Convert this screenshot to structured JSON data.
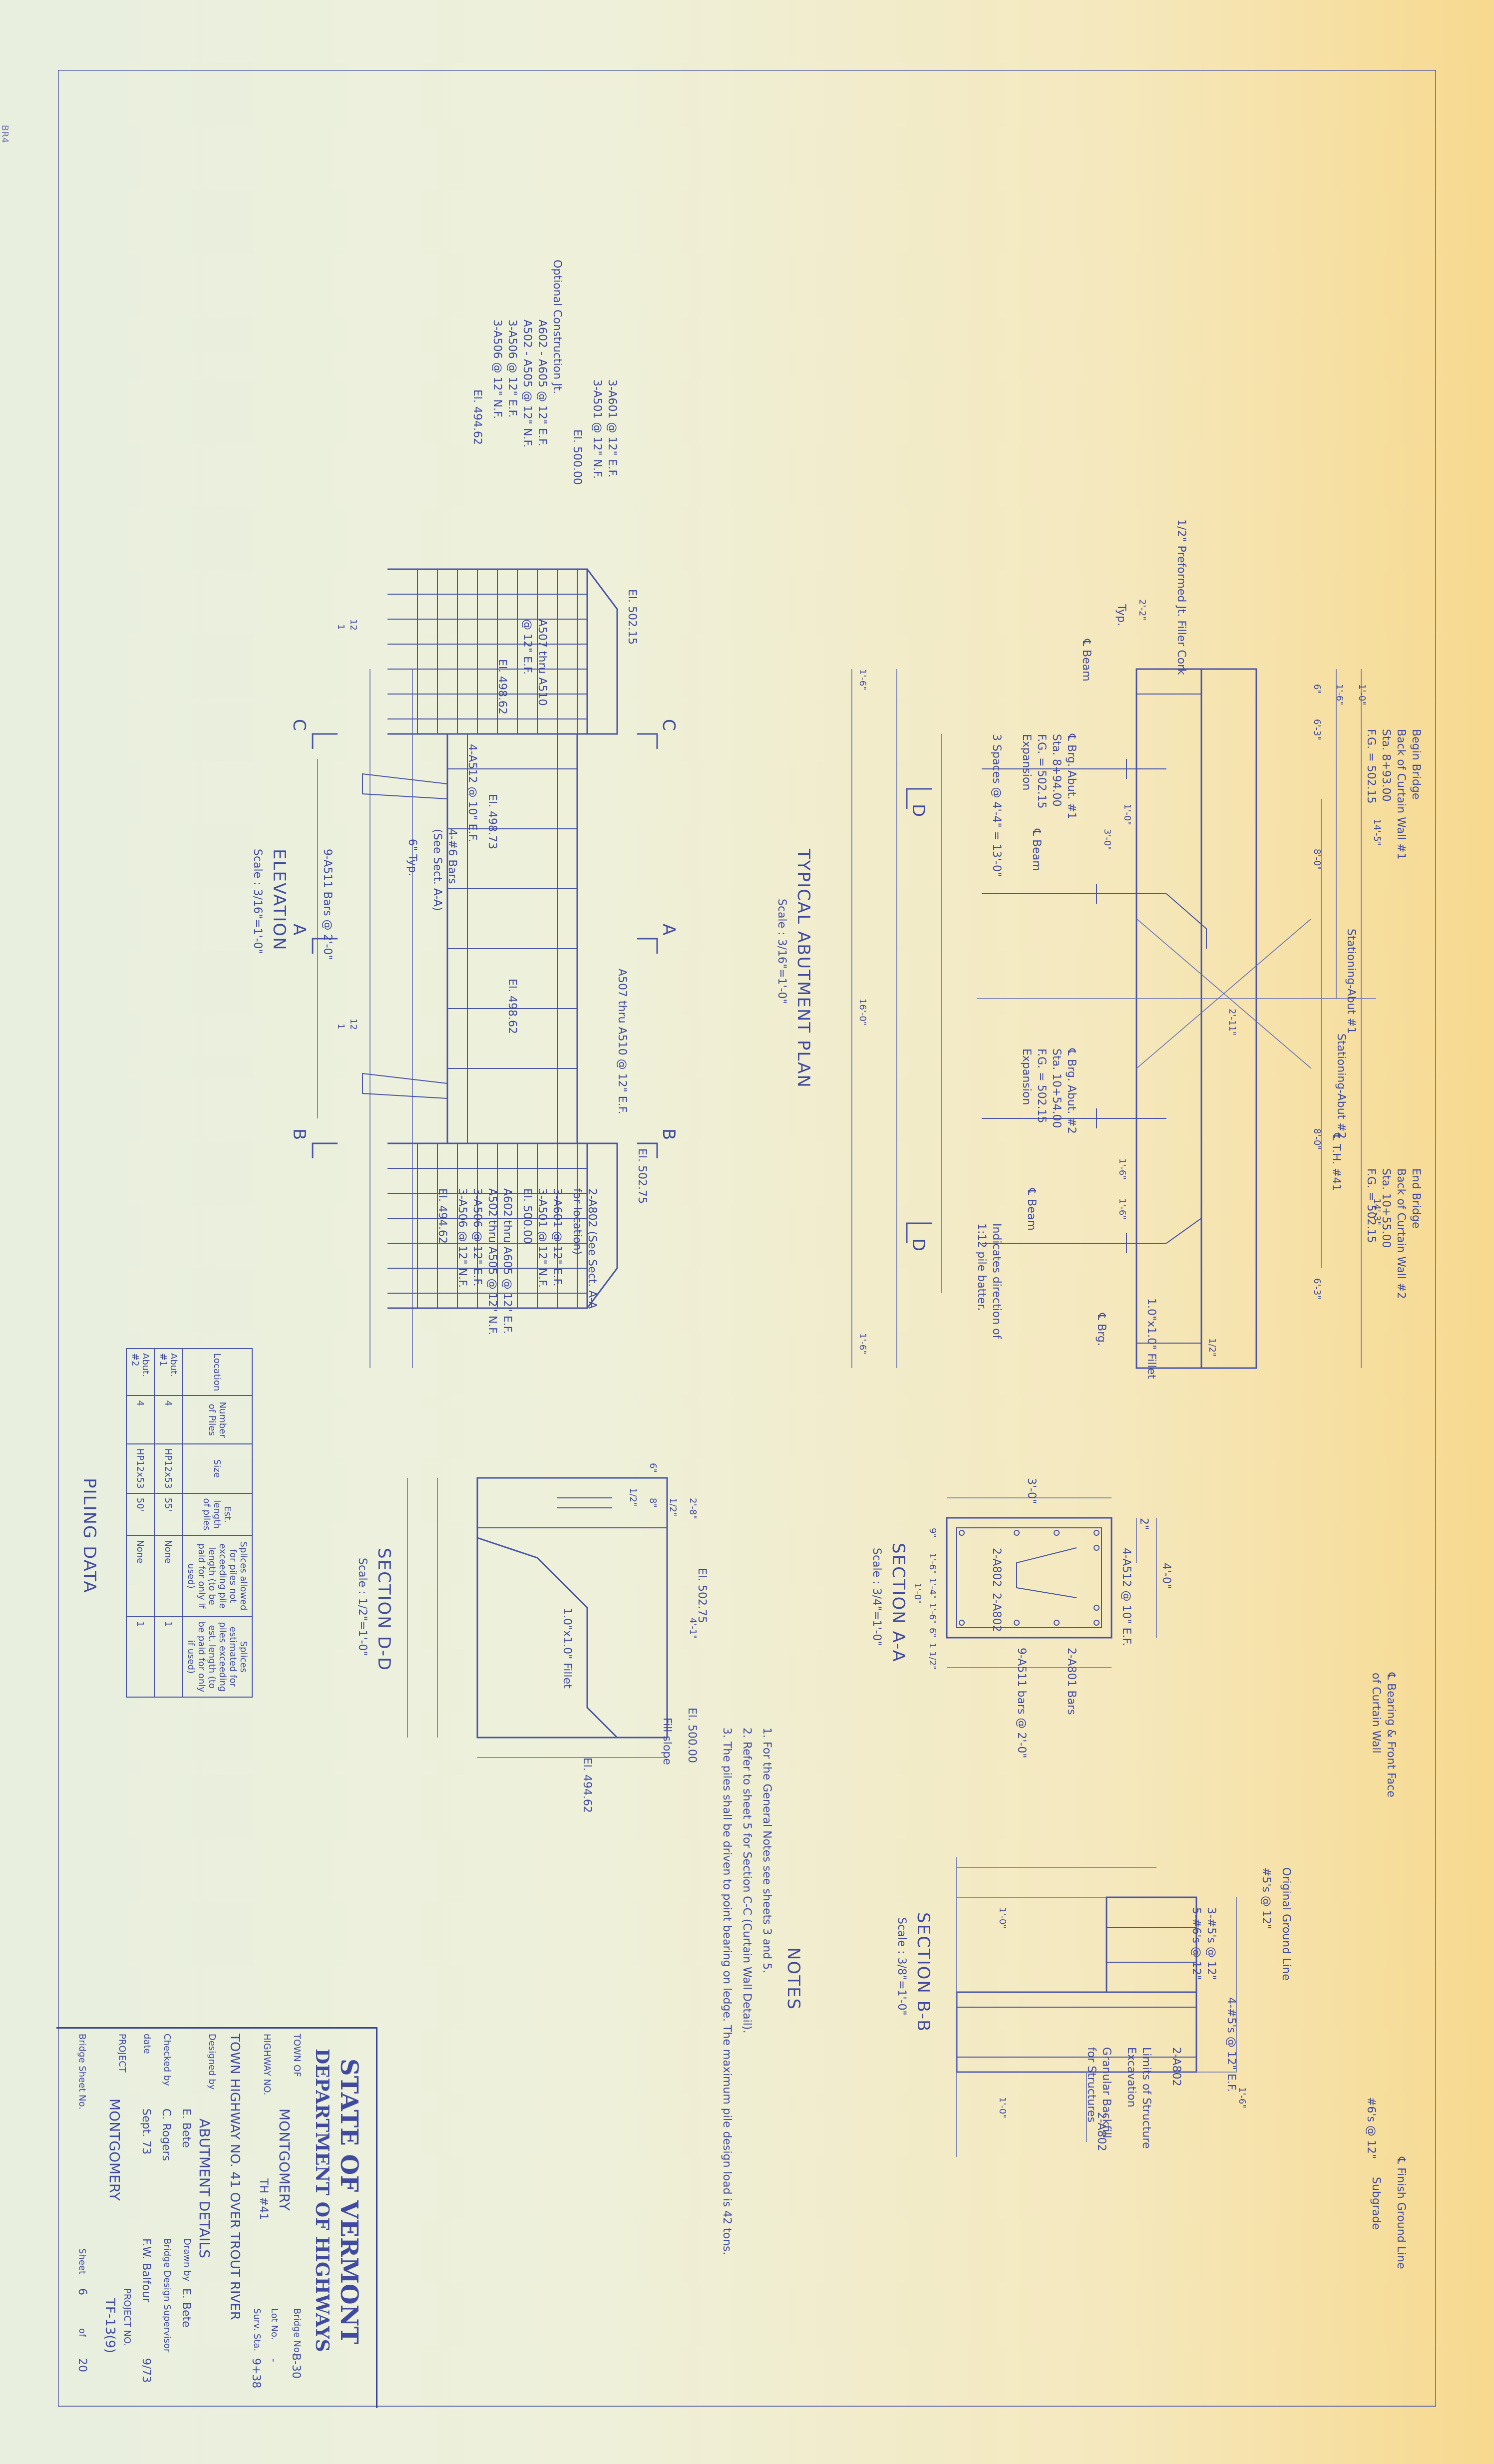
{
  "sheet_code": "BR4",
  "views": {
    "abutment_plan": {
      "title": "TYPICAL ABUTMENT PLAN",
      "scale": "Scale : 3/16\"=1'-0\"",
      "labels": {
        "begin_bridge": "Begin Bridge",
        "back_curtain_1": "Back of Curtain Wall #1",
        "sta_1": "Sta. 8+93.00",
        "fg_1": "F.G. = 502.15",
        "end_bridge": "End Bridge",
        "back_curtain_2": "Back of Curtain Wall #2",
        "sta_2": "Sta. 10+55.00",
        "fg_2": "F.G. = 502.15",
        "stationing_1": "Stationing-Abut #1",
        "stationing_2": "Stationing-Abut #2",
        "th41": "℄ T.H. #41",
        "filler": "1/2\" Preformed Jt. Filler Cork",
        "brg_abut1": "℄ Brg. Abut. #1",
        "brg_abut1_sta": "Sta. 8+94.00",
        "brg_abut1_fg": "F.G. = 502.15",
        "brg_abut1_exp": "Expansion",
        "brg_abut2": "℄ Brg. Abut. #2",
        "brg_abut2_sta": "Sta. 10+54.00",
        "brg_abut2_fg": "F.G. = 502.15",
        "brg_abut2_exp": "Expansion",
        "beam_spacing": "3 Spaces @ 4'-4\" = 13'-0\"",
        "pile_note_1": "Indicates direction of",
        "pile_note_2": "1:12 pile batter.",
        "fillet": "1.0\"x1.0\" Fillet",
        "brg_plate": "℄ Brg.",
        "ebeam": "℄ Beam",
        "typ": "Typ.",
        "dims": {
          "d1": "1'-0\"",
          "d2": "1'-6\"",
          "d3": "6\"",
          "d4": "6'-3\"",
          "d5": "8'-0\"",
          "d6": "14'-5\"",
          "d7": "8'-0\"",
          "d8": "6'-3\"",
          "d9": "14'-3\"",
          "d10": "2'-11\"",
          "d11": "16'-0\"",
          "d12": "1'-6\"",
          "d13": "1'-6\"",
          "d14": "3'-0\"",
          "d15": "1'-0\"",
          "d16": "2'-2\"",
          "d17": "1'-6\"",
          "d18": "1'-6\"",
          "d19": "1/2\""
        },
        "section_d": "D"
      }
    },
    "elevation": {
      "title": "ELEVATION",
      "scale": "Scale : 3/16\"=1'-0\"",
      "labels": {
        "el_502_15a": "El. 502.15",
        "el_502_75": "El. 502.75",
        "bars_left_1": "3-A601 @ 12\" E.F.",
        "bars_left_2": "3-A501 @ 12\" N.F.",
        "el_500_left": "El. 500.00",
        "opt_joint": "Optional Construction Jt.",
        "bars_left_3": "A602 - A605 @ 12\" E.F.",
        "bars_left_4": "A502 - A505 @ 12\" N.F.",
        "bars_left_5": "3-A506 @ 12\" E.F.",
        "bars_left_6": "3-A506 @ 12\" N.F.",
        "el_494_62_left": "El. 494.62",
        "bars_mid_1": "A507 thru A510",
        "bars_mid_2": "@ 12\" E.F.",
        "el_498_62_left": "El. 498.62",
        "el_498_73": "El. 498.73",
        "bars_mid_3": "4-A512 @ 10\" E.F.",
        "bars_mid_4": "4-#6 Bars",
        "bars_mid_5": "(See Sect. A-A)",
        "typ_6": "6\" Typ.",
        "el_498_62_right": "El. 498.62",
        "bars_right_1": "A507 thru A510 @ 12\" E.F.",
        "bars_right_2": "2-A802 (See Sect. A-A",
        "bars_right_3": "for location)",
        "bars_right_4": "3-A601 @ 12\" E.F.",
        "bars_right_5": "3-A501 @ 12\" N.F.",
        "el_500_right": "El. 500.00",
        "bars_right_6": "A602 thru A605 @ 12\" E.F.",
        "bars_right_7": "A502 thru A505 @ 12\" N.F.",
        "bars_right_8": "3-A506 @ 12\" E.F.",
        "bars_right_9": "3-A506 @ 12\" N.F.",
        "el_494_62_right": "El. 494.62",
        "bars_bottom": "9-A511 Bars @ 2'-0\"",
        "cut_c": "C",
        "cut_a": "A",
        "cut_b": "B",
        "batter": "12",
        "batter_1": "1"
      }
    },
    "section_aa": {
      "title": "SECTION A-A",
      "scale": "Scale : 3/4\"=1'-0\"",
      "labels": {
        "width": "4'-0\"",
        "bars_top": "4-A512 @ 10\" E.F.",
        "bar_a802": "2-A802",
        "bar_a802b": "2-A802",
        "depth": "3'-0\"",
        "d2": "2\"",
        "d9": "9\"",
        "d16a": "1'-6\"",
        "d14": "1'-4\"",
        "d16b": "1'-6\"",
        "d6": "6\"",
        "d10": "1'-0\"",
        "d1_5": "1 1/2\"",
        "bars_bottom": "2-A801 Bars",
        "bars_side": "9-A511 bars @ 2'-0\"",
        "brg_note_1": "℄ Bearing & Front Face",
        "brg_note_2": "of Curtain Wall"
      }
    },
    "section_bb": {
      "title": "SECTION B-B",
      "scale": "Scale : 3/8\"=1'-0\"",
      "labels": {
        "top_bar": "#5's @ 12\"",
        "orig_ground": "Original Ground Line",
        "finish_ground": "℄ Finish Ground Line",
        "subgrade": "Subgrade",
        "bars_1": "4-#5's @ 12\" E.F.",
        "bars_2": "3-#5's @ 12\"",
        "bars_3": "5-#6's @ 12\"",
        "bars_4": "#6's @ 12\"",
        "a802": "2-A802",
        "a802b": "2-A802",
        "limits": "Limits of Structure",
        "excavation": "Excavation",
        "granular": "Granular Backfill",
        "for_struct": "for Structures",
        "d1": "1'-6\"",
        "d2": "1'-0\"",
        "d3": "1'-0\""
      }
    },
    "section_dd": {
      "title": "SECTION D-D",
      "scale": "Scale : 1/2\"=1'-0\"",
      "labels": {
        "el_502_75": "El. 502.75",
        "el_500": "El. 500.00",
        "fill_slope": "Fill slope",
        "el_494_62": "El. 494.62",
        "fillet": "1.0\"x1.0\" Fillet",
        "d1": "2'-8\"",
        "d2": "1/2\"",
        "d3": "8\"",
        "d4": "4'-1\"",
        "d5": "1/2\"",
        "d6": "6\""
      }
    },
    "piling": {
      "title": "PILING DATA",
      "headers": [
        "Location",
        "Number of Piles",
        "Size",
        "Est. length of piles",
        "Splices allowed for piles not exceeding pile length (to be paid for only if used)",
        "Splices estimated for piles exceeding est. length (to be paid for only if used)"
      ],
      "rows": [
        [
          "Abut. #1",
          "4",
          "HP12x53",
          "55'",
          "None",
          "1"
        ],
        [
          "Abut. #2",
          "4",
          "HP12x53",
          "50'",
          "None",
          "1"
        ]
      ]
    }
  },
  "notes": {
    "heading": "NOTES",
    "items": [
      "1. For the General Notes see sheets 3 and 5.",
      "2. Refer to sheet 5 for Section C-C (Curtain Wall Detail).",
      "3. The piles shall be driven to point bearing on ledge. The maximum pile design load is 42 tons."
    ]
  },
  "title_block": {
    "state": "STATE OF VERMONT",
    "dept": "DEPARTMENT OF HIGHWAYS",
    "town_label": "TOWN OF",
    "town": "MONTGOMERY",
    "bridge_no_label": "Bridge No.",
    "bridge_no": "B-30",
    "highway_label": "HIGHWAY NO.",
    "highway": "TH #41",
    "lot_label": "Lot No.",
    "lot": "-",
    "surv_label": "Surv. Sta.",
    "surv": "9+38",
    "description": "TOWN HIGHWAY NO. 41 OVER TROUT RIVER",
    "drawing": "ABUTMENT DETAILS",
    "designed_label": "Designed by",
    "designed": "E. Bete",
    "drawn_label": "Drawn by",
    "drawn": "E. Bete",
    "checked_label": "Checked by",
    "checked": "C. Rogers",
    "supervisor_label": "Bridge Design Supervisor",
    "supervisor": "F.W. Balfour",
    "date_label": "date",
    "date": "Sept. 73",
    "date2": "9/73",
    "project_label": "PROJECT",
    "project": "MONTGOMERY",
    "project_no_label": "PROJECT NO.",
    "project_no": "TF-13(9)",
    "sheet_label": "Bridge Sheet No.",
    "sheet_word": "Sheet",
    "sheet": "6",
    "of": "of",
    "total": "20"
  }
}
